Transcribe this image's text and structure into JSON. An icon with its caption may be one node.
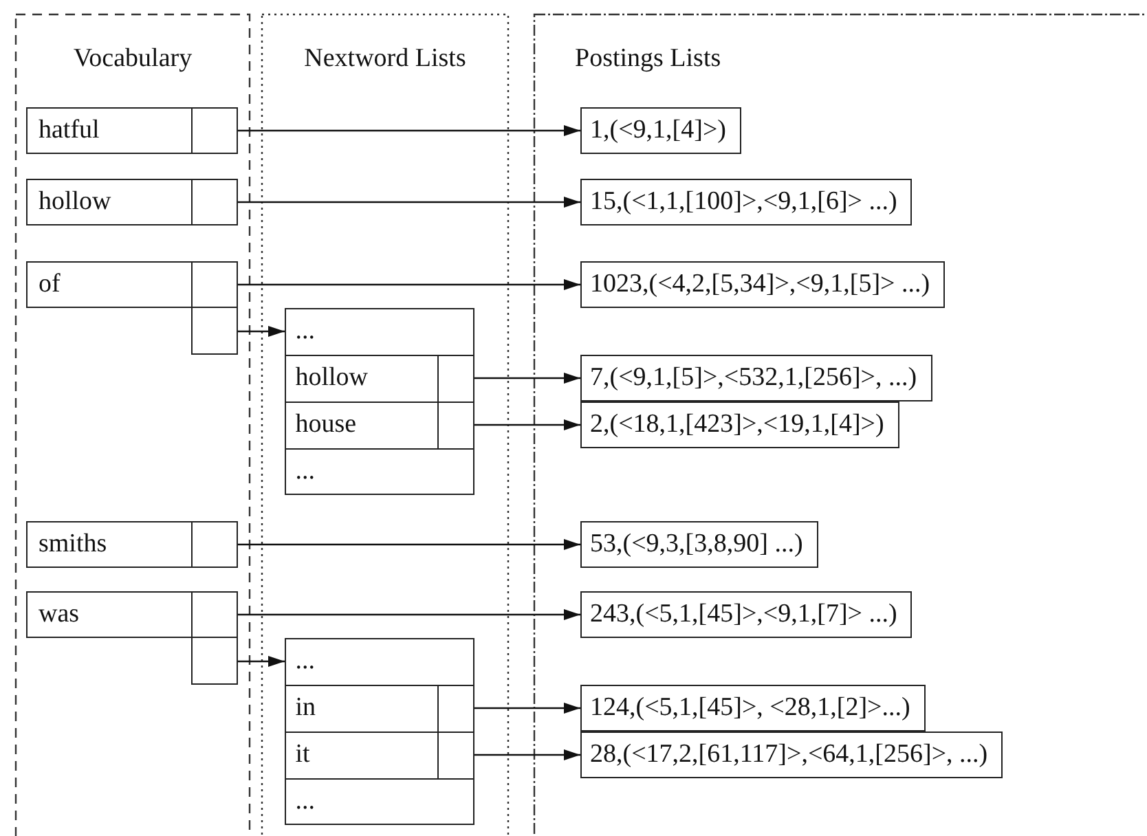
{
  "diagram": {
    "nodes": [
      {
        "text": [
          "Vocabulary"
        ]
      },
      {
        "text": [
          "Nextword Lists"
        ]
      },
      {
        "text": [
          "Postings Lists"
        ]
      },
      {
        "text": [
          "hatful"
        ],
        "in": 0
      },
      {
        "text": [
          "hollow"
        ],
        "in": 0
      },
      {
        "text": [
          "of"
        ],
        "in": 0
      },
      {
        "text": [
          "smiths"
        ],
        "in": 0
      },
      {
        "text": [
          "was"
        ],
        "in": 0
      },
      {
        "text": [],
        "shape": "box",
        "in": 1
      },
      {
        "text": [
          "..."
        ],
        "in": 8
      },
      {
        "text": [
          "hollow"
        ],
        "in": 8
      },
      {
        "text": [
          "house"
        ],
        "in": 8
      },
      {
        "text": [
          "..."
        ],
        "in": 8
      },
      {
        "text": [],
        "shape": "box",
        "in": 1
      },
      {
        "text": [
          "..."
        ],
        "in": 13
      },
      {
        "text": [
          "in"
        ],
        "in": 13
      },
      {
        "text": [
          "it"
        ],
        "in": 13
      },
      {
        "text": [
          "..."
        ],
        "in": 13
      },
      {
        "text": [
          "1,(<9,1,[4]>)"
        ],
        "in": 2
      },
      {
        "text": [
          "15,(<1,1,[100]>,<9,1,[6]> ...)"
        ],
        "in": 2
      },
      {
        "text": [
          "1023,(<4,2,[5,34]>,<9,1,[5]> ...)"
        ],
        "in": 2
      },
      {
        "text": [
          "7,(<9,1,[5]>,<532,1,[256]>, ...)"
        ],
        "in": 2
      },
      {
        "text": [
          "2,(<18,1,[423]>,<19,1,[4]>)"
        ],
        "in": 2
      },
      {
        "text": [
          "53,(<9,3,[3,8,90] ...)"
        ],
        "in": 2
      },
      {
        "text": [
          "243,(<5,1,[45]>,<9,1,[7]> ...)"
        ],
        "in": 2
      },
      {
        "text": [
          "124,(<5,1,[45]>, <28,1,[2]>...)"
        ],
        "in": 2
      },
      {
        "text": [
          "28,(<17,2,[61,117]>,<64,1,[256]>, ...)"
        ],
        "in": 2
      }
    ],
    "edges": [
      {
        "from": 3,
        "to": 18,
        "arrow": "to"
      },
      {
        "from": 4,
        "to": 19,
        "arrow": "to"
      },
      {
        "from": 5,
        "to": 20,
        "arrow": "to"
      },
      {
        "from": 5,
        "to": 8,
        "arrow": "to"
      },
      {
        "from": 10,
        "to": 21,
        "arrow": "to"
      },
      {
        "from": 11,
        "to": 22,
        "arrow": "to"
      },
      {
        "from": 6,
        "to": 23,
        "arrow": "to"
      },
      {
        "from": 7,
        "to": 24,
        "arrow": "to"
      },
      {
        "from": 7,
        "to": 13,
        "arrow": "to"
      },
      {
        "from": 15,
        "to": 25,
        "arrow": "to"
      },
      {
        "from": 16,
        "to": 26,
        "arrow": "to"
      }
    ]
  }
}
